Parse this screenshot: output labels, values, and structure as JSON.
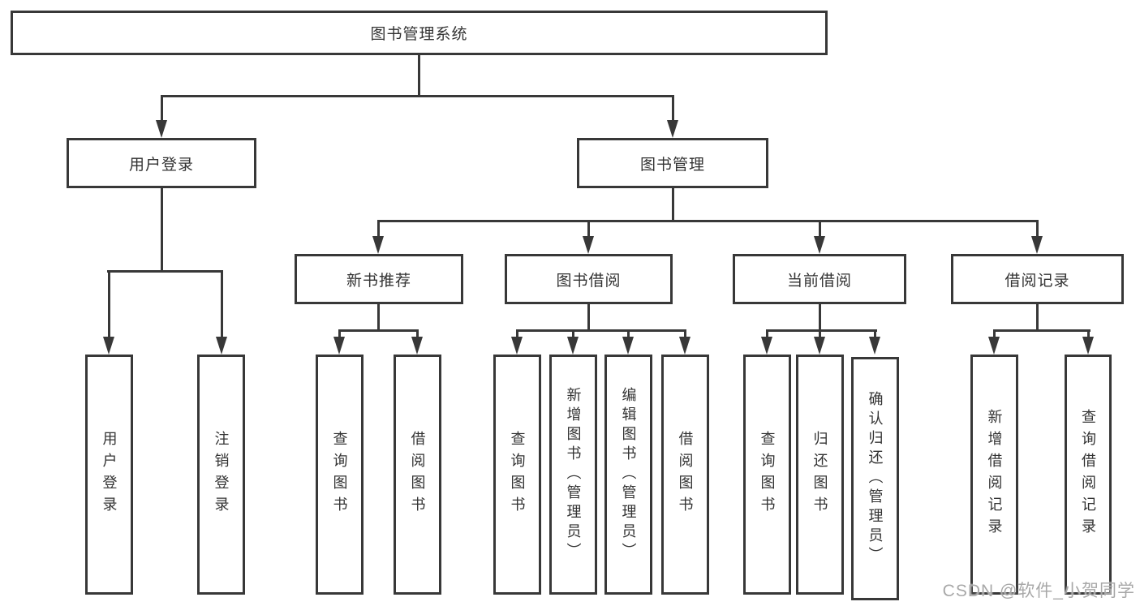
{
  "nodes": {
    "root": "图书管理系统",
    "user_login": "用户登录",
    "book_management": "图书管理",
    "new_book_recommend": "新书推荐",
    "book_borrowing": "图书借阅",
    "current_borrowing": "当前借阅",
    "borrowing_records": "借阅记录",
    "leaves": {
      "user_login": [
        "用户登录",
        "注销登录"
      ],
      "new_book_recommend": [
        "查询图书",
        "借阅图书"
      ],
      "book_borrowing": [
        "查询图书",
        "新增图书（管理员）",
        "编辑图书（管理员）",
        "借阅图书"
      ],
      "current_borrowing": [
        "查询图书",
        "归还图书",
        "确认归还（管理员）"
      ],
      "borrowing_records": [
        "新增借阅记录",
        "查询借阅记录"
      ]
    }
  },
  "watermark": "CSDN @软件_小贺同学",
  "colors": {
    "line": "#383838",
    "border": "#383838",
    "text": "#333333",
    "watermark": "#a8a8a8",
    "background": "#ffffff"
  }
}
